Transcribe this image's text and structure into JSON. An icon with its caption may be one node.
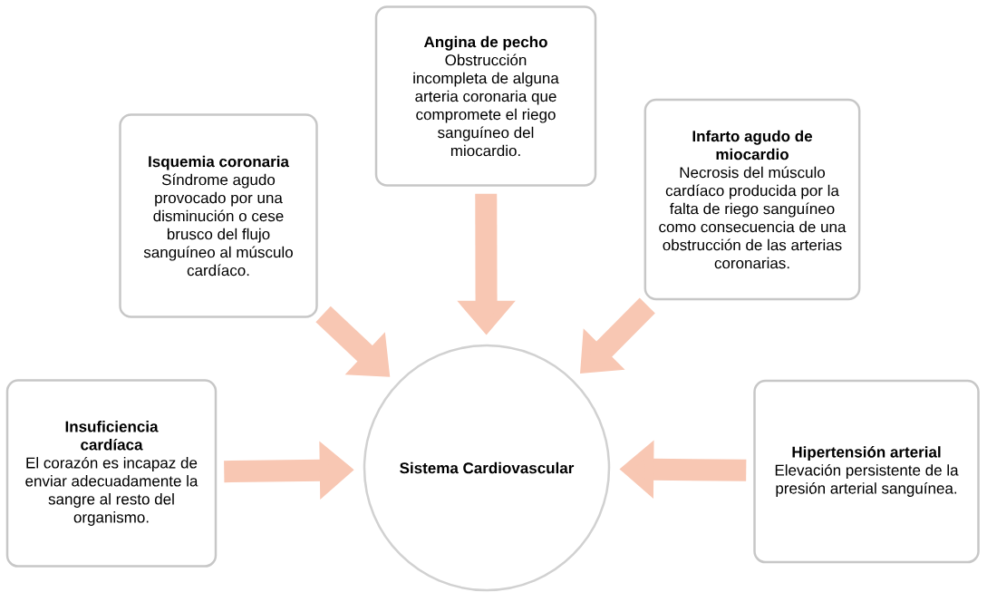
{
  "diagram": {
    "nodes": [
      {
        "text": [
          "Sistema Cardiovascular"
        ]
      },
      {
        "text": [
          "Isquemia coronaria",
          "Síndrome agudo provocado por una disminución o cese brusco del flujo sanguíneo al músculo cardíaco."
        ]
      },
      {
        "text": [
          "Angina de pecho",
          "Obstrucción incompleta de alguna arteria coronaria que compromete el riego sanguíneo del miocardio."
        ]
      },
      {
        "text": [
          "Infarto agudo de miocardio",
          "Necrosis del músculo cardíaco producida por la falta de riego sanguíneo como consecuencia de una obstrucción de las arterias coronarias."
        ]
      },
      {
        "text": [
          "Insuficiencia cardíaca",
          "El corazón es incapaz de enviar adecuadamente la sangre al resto del organismo."
        ]
      },
      {
        "text": [
          "Hipertensión arterial",
          "Elevación persistente de la presión arterial sanguínea."
        ]
      }
    ],
    "edges": [
      {
        "from": 1,
        "to": 0,
        "arrow": "to"
      },
      {
        "from": 2,
        "to": 0,
        "arrow": "to"
      },
      {
        "from": 3,
        "to": 0,
        "arrow": "to"
      },
      {
        "from": 4,
        "to": 0,
        "arrow": "to"
      },
      {
        "from": 5,
        "to": 0,
        "arrow": "to"
      }
    ]
  }
}
